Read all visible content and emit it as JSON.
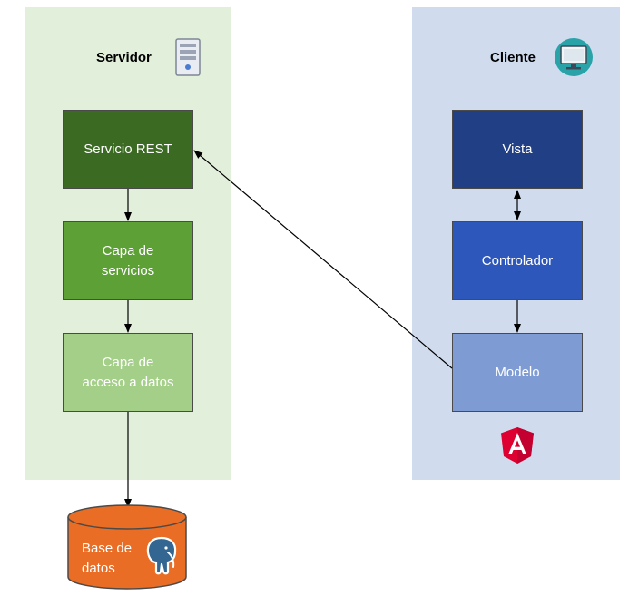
{
  "server": {
    "title": "Servidor",
    "boxes": [
      {
        "label": "Servicio REST",
        "color": "#3b6a23"
      },
      {
        "label": "Capa de\nservicios",
        "color": "#5ca036"
      },
      {
        "label": "Capa de\nacceso a datos",
        "color": "#a3cf88"
      }
    ],
    "icon": "server-tower-icon",
    "panel_color": "#e2efda"
  },
  "client": {
    "title": "Cliente",
    "boxes": [
      {
        "label": "Vista",
        "color": "#213f84"
      },
      {
        "label": "Controlador",
        "color": "#2e57bb"
      },
      {
        "label": "Modelo",
        "color": "#7f9bd4"
      }
    ],
    "icon": "monitor-icon",
    "framework_icon": "angular-logo-icon",
    "panel_color": "#d0dcee"
  },
  "database": {
    "label": "Base de\ndatos",
    "color": "#e96d24",
    "icon": "postgresql-elephant-icon"
  }
}
